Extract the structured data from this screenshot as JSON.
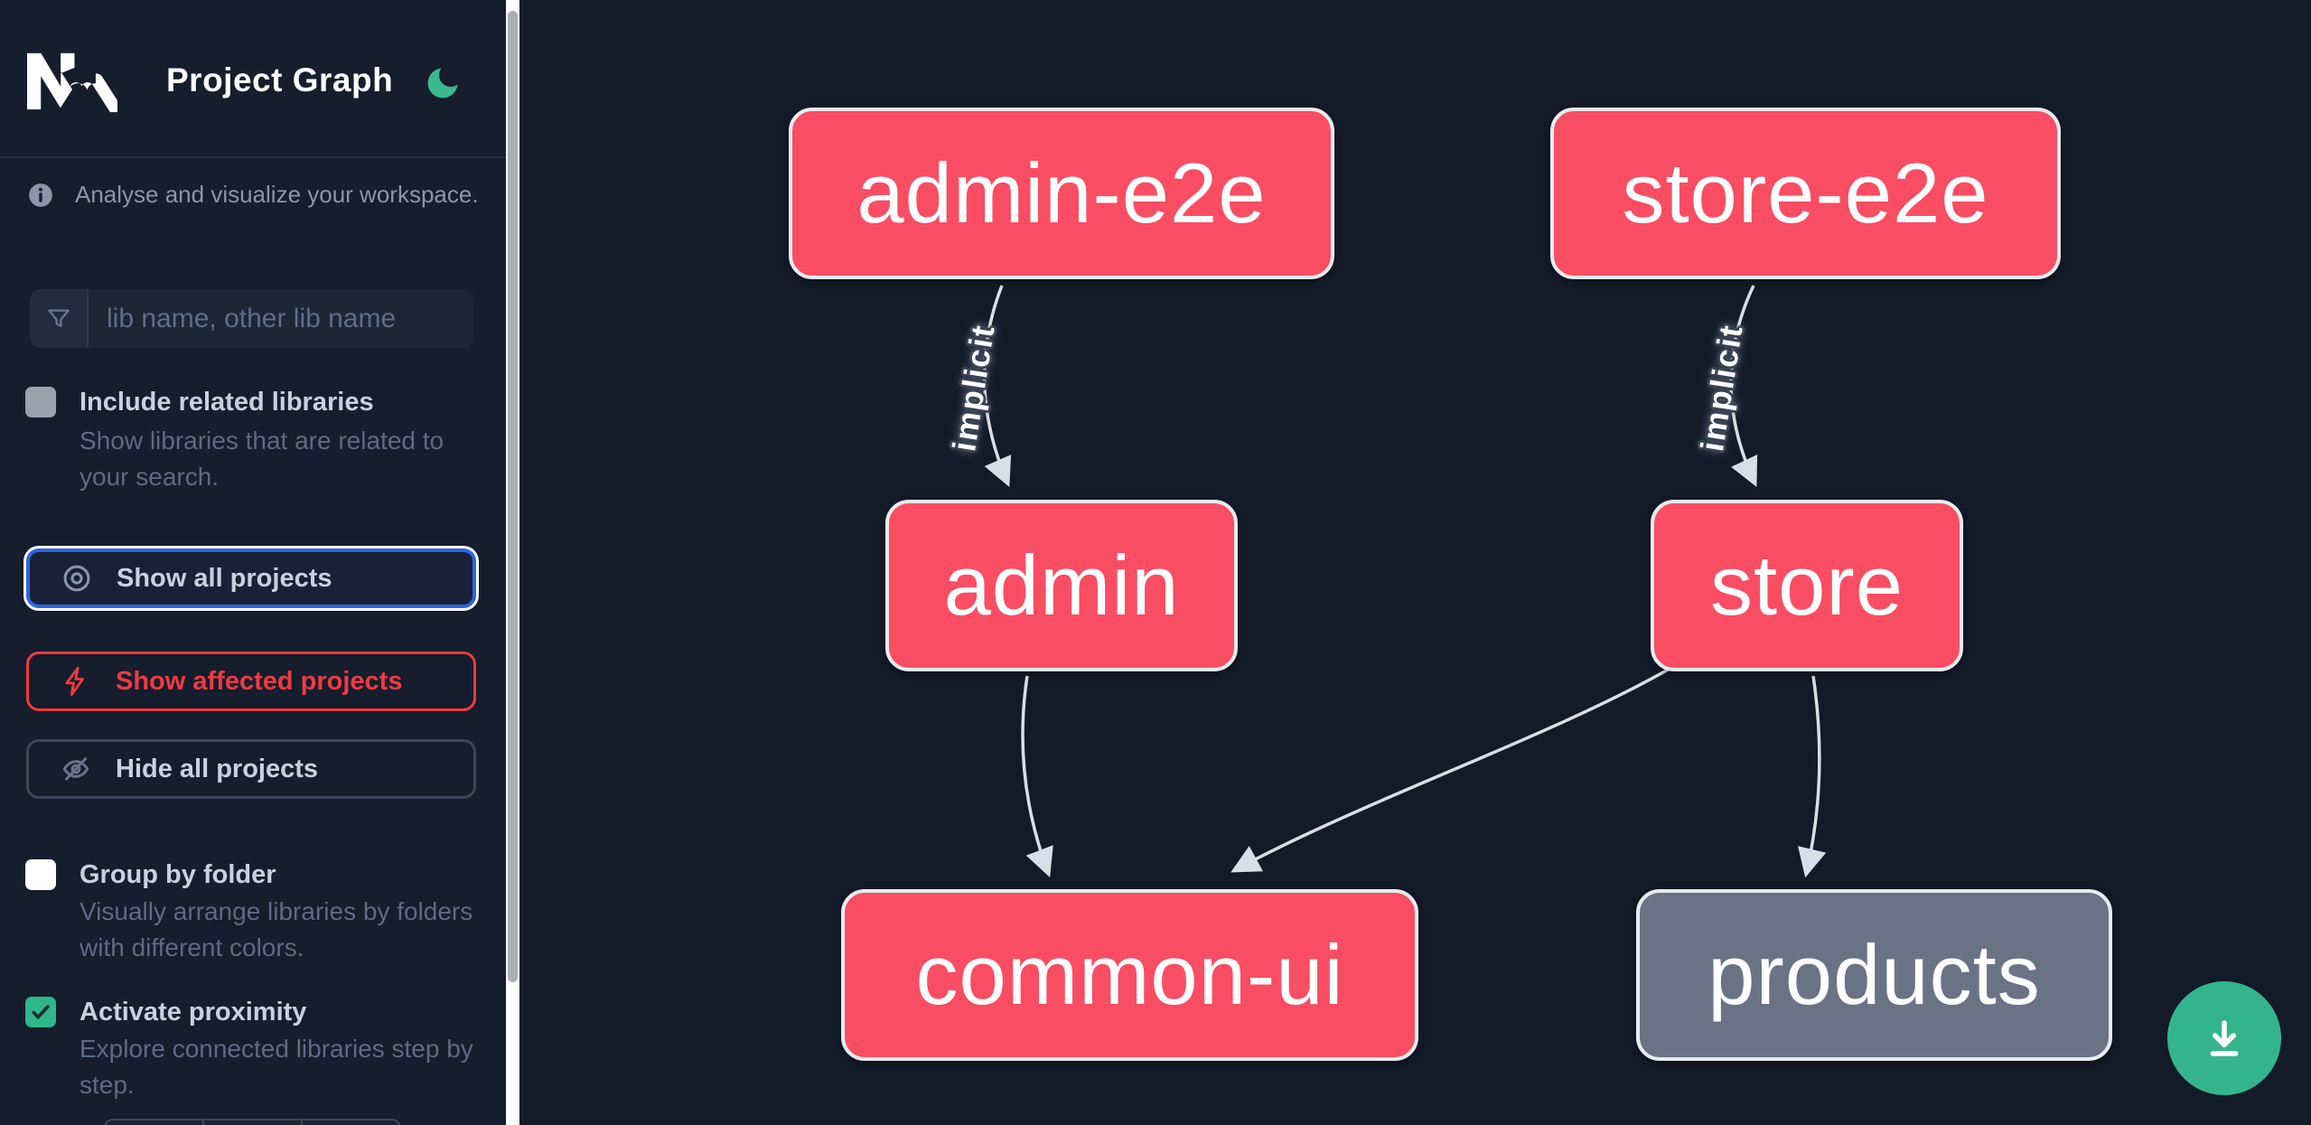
{
  "header": {
    "app_name": "Nx",
    "title": "Project Graph",
    "theme_icon": "moon-icon"
  },
  "sidebar": {
    "tagline": "Analyse and visualize your workspace.",
    "search": {
      "placeholder": "lib name, other lib name",
      "icon": "funnel-icon"
    },
    "actions": [
      {
        "label": "Show all projects",
        "icon": "eye-icon",
        "active": true
      },
      {
        "label": "Show affected projects",
        "icon": "bolt-icon",
        "variant": "danger"
      },
      {
        "label": "Hide all projects",
        "icon": "eye-slash-icon"
      }
    ],
    "toggles": [
      {
        "label": "Include related libraries",
        "description": "Show libraries that are related to your search.",
        "checked": false
      },
      {
        "label": "Group by folder",
        "description": "Visually arrange libraries by folders with different colors.",
        "checked": false
      },
      {
        "label": "Activate proximity",
        "description": "Explore connected libraries step by step.",
        "checked": true
      }
    ]
  },
  "graph": {
    "nodes": [
      {
        "id": "admin-e2e",
        "label": "admin-e2e",
        "style": "highlighted"
      },
      {
        "id": "store-e2e",
        "label": "store-e2e",
        "style": "highlighted"
      },
      {
        "id": "admin",
        "label": "admin",
        "style": "highlighted"
      },
      {
        "id": "store",
        "label": "store",
        "style": "highlighted"
      },
      {
        "id": "common-ui",
        "label": "common-ui",
        "style": "highlighted"
      },
      {
        "id": "products",
        "label": "products",
        "style": "muted"
      }
    ],
    "edges": [
      {
        "from": "admin-e2e",
        "to": "admin",
        "label": "implicit"
      },
      {
        "from": "store-e2e",
        "to": "store",
        "label": "implicit"
      },
      {
        "from": "admin",
        "to": "common-ui",
        "label": ""
      },
      {
        "from": "store",
        "to": "common-ui",
        "label": ""
      },
      {
        "from": "store",
        "to": "products",
        "label": ""
      }
    ]
  },
  "fab": {
    "action": "download"
  },
  "colors": {
    "sidebar_bg": "#161d2c",
    "canvas_bg": "#131a28",
    "node_highlight": "#f94d63",
    "node_muted": "#6a7385",
    "node_border": "#e8ebef",
    "edge": "#d9dee6",
    "accent_green": "#34b48c",
    "accent_blue": "#2b66e3",
    "accent_red": "#ee3a42"
  }
}
